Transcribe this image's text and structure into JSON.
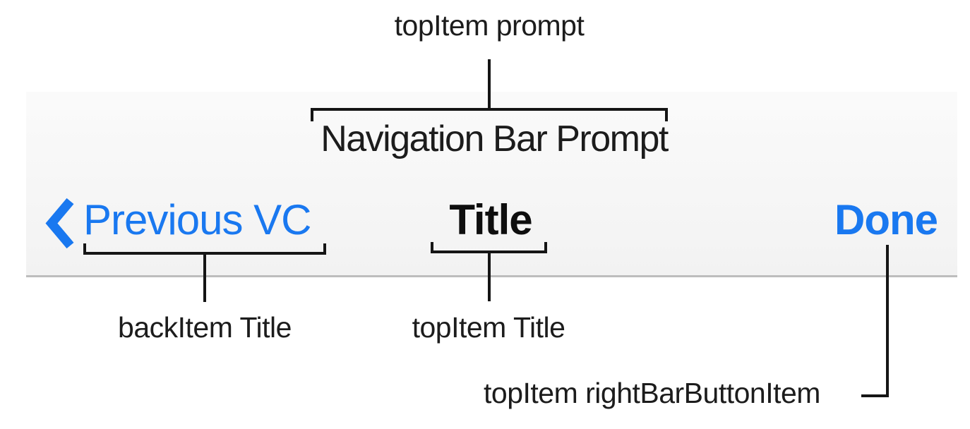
{
  "colors": {
    "tint": "#1978f0",
    "bar_bg": "#f7f7f7",
    "hairline": "#bdbdbd",
    "line": "#151515",
    "label_ink": "#1c1c1c",
    "title_ink": "#0e0e0e"
  },
  "navbar": {
    "prompt": "Navigation Bar Prompt",
    "back_chevron_icon": "chevron-left",
    "back_button_label": "Previous VC",
    "title": "Title",
    "right_button_label": "Done"
  },
  "annotations": {
    "prompt_label": "topItem prompt",
    "back_item_label": "backItem Title",
    "title_label": "topItem Title",
    "right_button_label": "topItem rightBarButtonItem"
  }
}
